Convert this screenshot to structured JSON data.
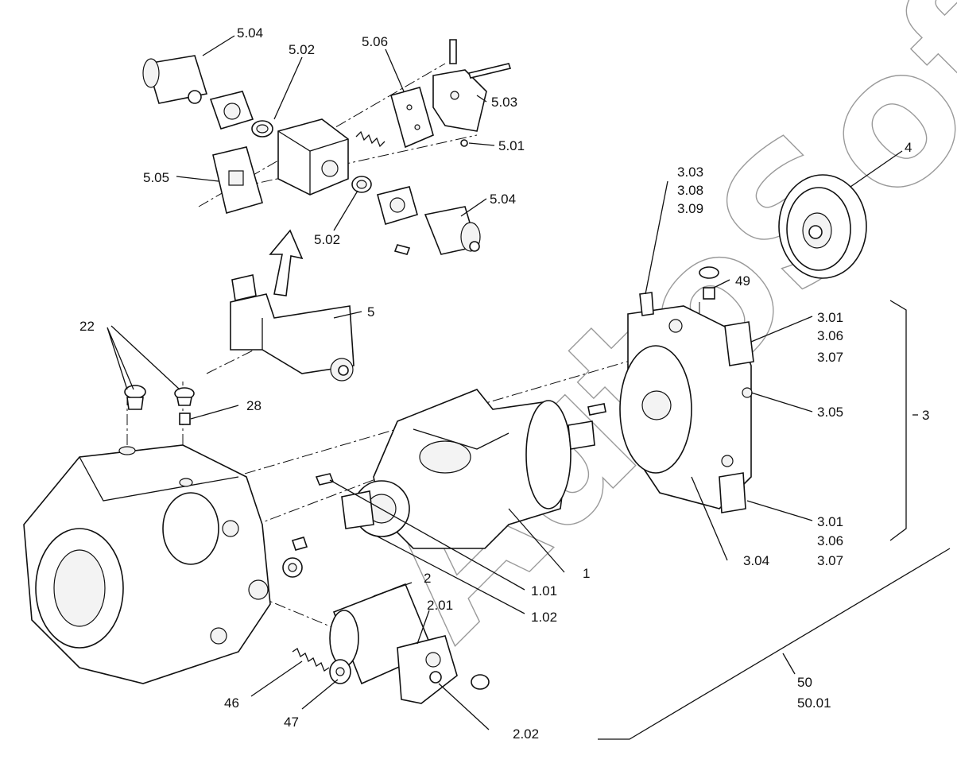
{
  "watermark": "AutoSoft",
  "labels": {
    "l_5_04_top": "5.04",
    "l_5_02_top": "5.02",
    "l_5_06": "5.06",
    "l_5_03": "5.03",
    "l_5_01": "5.01",
    "l_5_05": "5.05",
    "l_5_02_bot": "5.02",
    "l_5_04_bot": "5.04",
    "l_4": "4",
    "l_3_03": "3.03",
    "l_3_08": "3.08",
    "l_3_09": "3.09",
    "l_49": "49",
    "l_5": "5",
    "l_22": "22",
    "l_28": "28",
    "l_3_01_top": "3.01",
    "l_3_06_top": "3.06",
    "l_3_07_top": "3.07",
    "l_3_05": "3.05",
    "l_3": "3",
    "l_3_01_bot": "3.01",
    "l_3_06_bot": "3.06",
    "l_3_07_bot": "3.07",
    "l_3_04": "3.04",
    "l_1": "1",
    "l_1_01": "1.01",
    "l_1_02": "1.02",
    "l_2": "2",
    "l_2_01": "2.01",
    "l_2_02": "2.02",
    "l_46": "46",
    "l_47": "47",
    "l_50": "50",
    "l_50_01": "50.01"
  }
}
